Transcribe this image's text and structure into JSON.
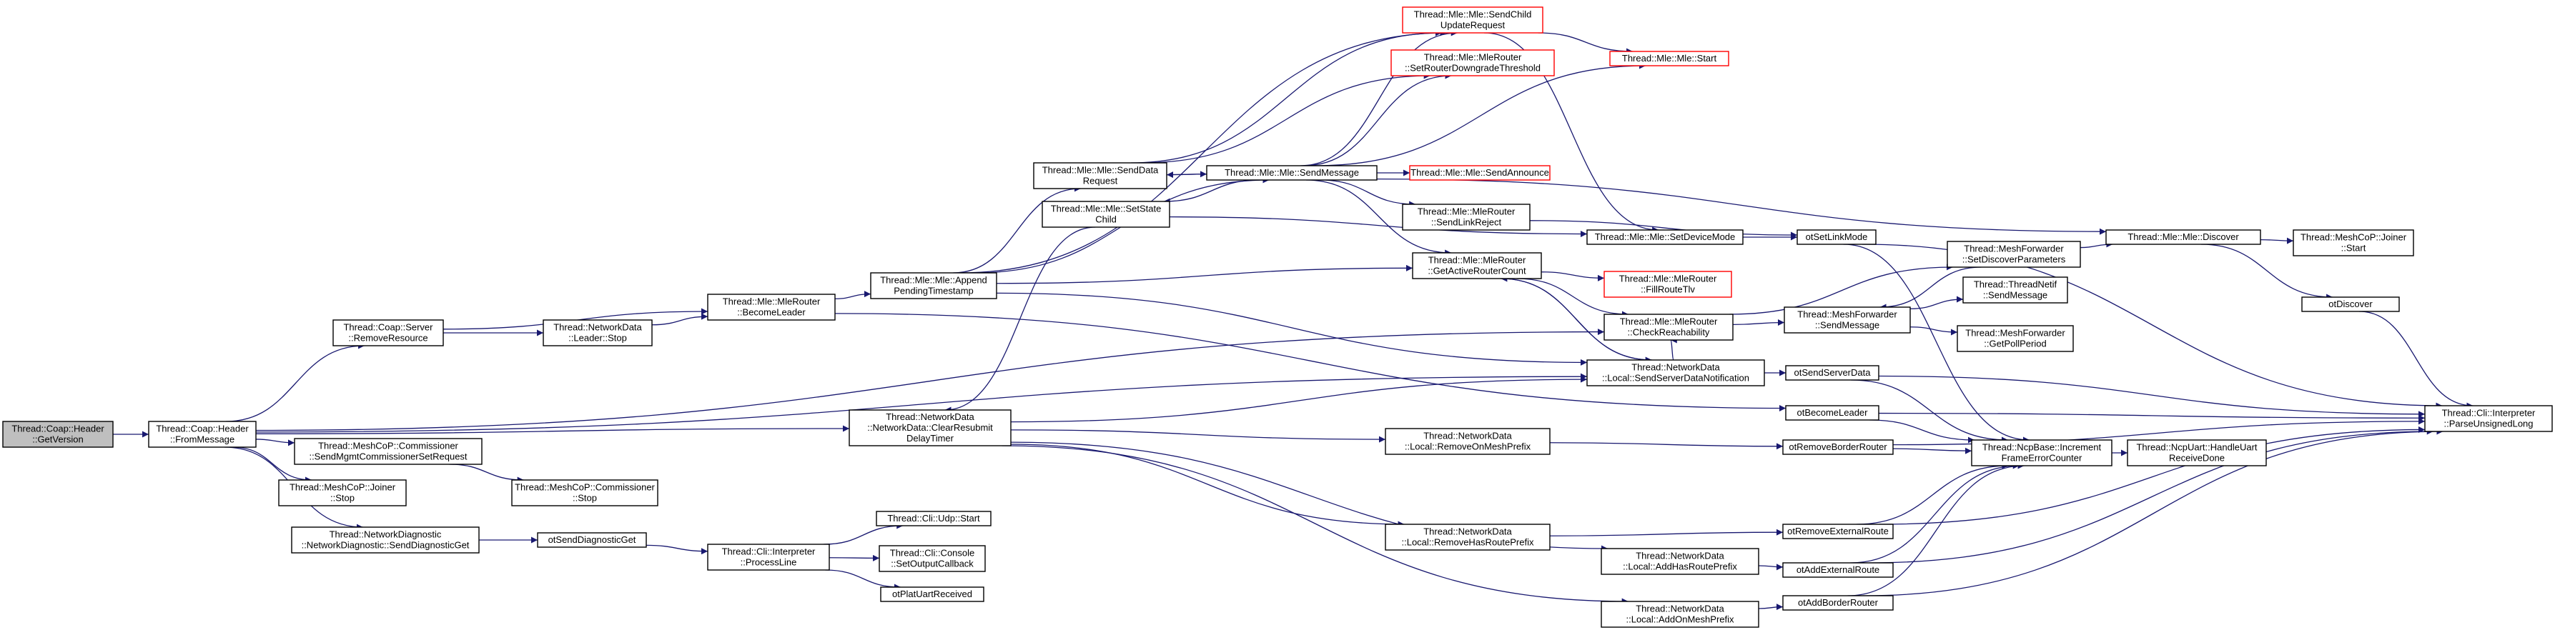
{
  "nodes": [
    {
      "id": "getversion",
      "lines": [
        "Thread::Coap::Header",
        "::GetVersion"
      ],
      "root": true
    },
    {
      "id": "frommessage",
      "lines": [
        "Thread::Coap::Header",
        "::FromMessage"
      ]
    },
    {
      "id": "removeresource",
      "lines": [
        "Thread::Coap::Server",
        "::RemoveResource"
      ]
    },
    {
      "id": "leaderstop",
      "lines": [
        "Thread::NetworkData",
        "::Leader::Stop"
      ]
    },
    {
      "id": "becomeleader",
      "lines": [
        "Thread::Mle::MleRouter",
        "::BecomeLeader"
      ]
    },
    {
      "id": "appendpending",
      "lines": [
        "Thread::Mle::Mle::Append",
        "PendingTimestamp"
      ]
    },
    {
      "id": "commsendmgmt",
      "lines": [
        "Thread::MeshCoP::Commissioner",
        "::SendMgmtCommissionerSetRequest"
      ]
    },
    {
      "id": "commstop",
      "lines": [
        "Thread::MeshCoP::Commissioner",
        "::Stop"
      ]
    },
    {
      "id": "joinerstop",
      "lines": [
        "Thread::MeshCoP::Joiner",
        "::Stop"
      ]
    },
    {
      "id": "senddiag",
      "lines": [
        "Thread::NetworkDiagnostic",
        "::NetworkDiagnostic::SendDiagnosticGet"
      ]
    },
    {
      "id": "otsenddiag",
      "lines": [
        "otSendDiagnosticGet"
      ]
    },
    {
      "id": "processline",
      "lines": [
        "Thread::Cli::Interpreter",
        "::ProcessLine"
      ]
    },
    {
      "id": "udpstart",
      "lines": [
        "Thread::Cli::Udp::Start"
      ]
    },
    {
      "id": "setoutputcb",
      "lines": [
        "Thread::Cli::Console",
        "::SetOutputCallback"
      ]
    },
    {
      "id": "otplaturt",
      "lines": [
        "otPlatUartReceived"
      ]
    },
    {
      "id": "clearresubmit",
      "lines": [
        "Thread::NetworkData",
        "::NetworkData::ClearResubmit",
        "DelayTimer"
      ]
    },
    {
      "id": "setstatechild",
      "lines": [
        "Thread::Mle::Mle::SetState",
        "Child"
      ]
    },
    {
      "id": "senddatareq",
      "lines": [
        "Thread::Mle::Mle::SendData",
        "Request"
      ]
    },
    {
      "id": "sendmessage",
      "lines": [
        "Thread::Mle::Mle::SendMessage"
      ]
    },
    {
      "id": "sendchildupdate",
      "lines": [
        "Thread::Mle::Mle::SendChild",
        "UpdateRequest"
      ],
      "red": true
    },
    {
      "id": "setrouterdowngrade",
      "lines": [
        "Thread::Mle::MleRouter",
        "::SetRouterDowngradeThreshold"
      ],
      "red": true
    },
    {
      "id": "mlestart",
      "lines": [
        "Thread::Mle::Mle::Start"
      ],
      "red": true
    },
    {
      "id": "sendannounce",
      "lines": [
        "Thread::Mle::Mle::SendAnnounce"
      ],
      "red": true
    },
    {
      "id": "sendlinkreject",
      "lines": [
        "Thread::Mle::MleRouter",
        "::SendLinkReject"
      ]
    },
    {
      "id": "getactiverouter",
      "lines": [
        "Thread::Mle::MleRouter",
        "::GetActiveRouterCount"
      ]
    },
    {
      "id": "fillroutetlv",
      "lines": [
        "Thread::Mle::MleRouter",
        "::FillRouteTlv"
      ],
      "red": true
    },
    {
      "id": "checkreach",
      "lines": [
        "Thread::Mle::MleRouter",
        "::CheckReachability"
      ]
    },
    {
      "id": "sendserverdata",
      "lines": [
        "Thread::NetworkData",
        "::Local::SendServerDataNotification"
      ]
    },
    {
      "id": "setdevicemode",
      "lines": [
        "Thread::Mle::Mle::SetDeviceMode"
      ]
    },
    {
      "id": "otsetlinkmode",
      "lines": [
        "otSetLinkMode"
      ]
    },
    {
      "id": "meshfwdsetdisc",
      "lines": [
        "Thread::MeshForwarder",
        "::SetDiscoverParameters"
      ]
    },
    {
      "id": "meshfwdsendmsg",
      "lines": [
        "Thread::MeshForwarder",
        "::SendMessage"
      ]
    },
    {
      "id": "netifsendmsg",
      "lines": [
        "Thread::ThreadNetif",
        "::SendMessage"
      ]
    },
    {
      "id": "getpollperiod",
      "lines": [
        "Thread::MeshForwarder",
        "::GetPollPeriod"
      ]
    },
    {
      "id": "mlediscover",
      "lines": [
        "Thread::Mle::Mle::Discover"
      ]
    },
    {
      "id": "joinerstart",
      "lines": [
        "Thread::MeshCoP::Joiner",
        "::Start"
      ]
    },
    {
      "id": "otdiscover",
      "lines": [
        "otDiscover"
      ]
    },
    {
      "id": "otsendserver",
      "lines": [
        "otSendServerData"
      ]
    },
    {
      "id": "otbecomeleader",
      "lines": [
        "otBecomeLeader"
      ]
    },
    {
      "id": "removeonmesh",
      "lines": [
        "Thread::NetworkData",
        "::Local::RemoveOnMeshPrefix"
      ]
    },
    {
      "id": "removehasroute",
      "lines": [
        "Thread::NetworkData",
        "::Local::RemoveHasRoutePrefix"
      ]
    },
    {
      "id": "addhasroute",
      "lines": [
        "Thread::NetworkData",
        "::Local::AddHasRoutePrefix"
      ]
    },
    {
      "id": "addonmesh",
      "lines": [
        "Thread::NetworkData",
        "::Local::AddOnMeshPrefix"
      ]
    },
    {
      "id": "otremoveborder",
      "lines": [
        "otRemoveBorderRouter"
      ]
    },
    {
      "id": "otremoveext",
      "lines": [
        "otRemoveExternalRoute"
      ]
    },
    {
      "id": "otaddext",
      "lines": [
        "otAddExternalRoute"
      ]
    },
    {
      "id": "otaddborder",
      "lines": [
        "otAddBorderRouter"
      ]
    },
    {
      "id": "ncpincrement",
      "lines": [
        "Thread::NcpBase::Increment",
        "FrameErrorCounter"
      ]
    },
    {
      "id": "ncpuart",
      "lines": [
        "Thread::NcpUart::HandleUart",
        "ReceiveDone"
      ]
    },
    {
      "id": "parseunsigned",
      "lines": [
        "Thread::Cli::Interpreter",
        "::ParseUnsignedLong"
      ]
    }
  ],
  "edges": [
    [
      "frommessage",
      "getversion"
    ],
    [
      "removeresource",
      "frommessage"
    ],
    [
      "commsendmgmt",
      "frommessage"
    ],
    [
      "joinerstop",
      "frommessage"
    ],
    [
      "senddiag",
      "frommessage"
    ],
    [
      "clearresubmit",
      "frommessage"
    ],
    [
      "sendserverdata",
      "frommessage"
    ],
    [
      "checkreach",
      "frommessage"
    ],
    [
      "leaderstop",
      "removeresource"
    ],
    [
      "becomeleader",
      "removeresource"
    ],
    [
      "becomeleader",
      "leaderstop"
    ],
    [
      "appendpending",
      "becomeleader"
    ],
    [
      "otbecomeleader",
      "becomeleader"
    ],
    [
      "commstop",
      "commsendmgmt"
    ],
    [
      "otsenddiag",
      "senddiag"
    ],
    [
      "processline",
      "otsenddiag"
    ],
    [
      "udpstart",
      "processline"
    ],
    [
      "setoutputcb",
      "processline"
    ],
    [
      "otplaturt",
      "processline"
    ],
    [
      "sendmessage",
      "appendpending"
    ],
    [
      "senddatareq",
      "appendpending"
    ],
    [
      "sendchildupdate",
      "appendpending"
    ],
    [
      "getactiverouter",
      "appendpending"
    ],
    [
      "sendserverdata",
      "appendpending"
    ],
    [
      "sendmessage",
      "senddatareq"
    ],
    [
      "sendchildupdate",
      "senddatareq"
    ],
    [
      "setrouterdowngrade",
      "senddatareq"
    ],
    [
      "senddatareq",
      "sendmessage"
    ],
    [
      "sendchildupdate",
      "sendmessage"
    ],
    [
      "setrouterdowngrade",
      "sendmessage"
    ],
    [
      "mlestart",
      "sendmessage"
    ],
    [
      "sendannounce",
      "sendmessage"
    ],
    [
      "sendlinkreject",
      "sendmessage"
    ],
    [
      "getactiverouter",
      "sendmessage"
    ],
    [
      "mlediscover",
      "sendmessage"
    ],
    [
      "setstatechild",
      "sendmessage"
    ],
    [
      "mlestart",
      "sendchildupdate"
    ],
    [
      "setdevicemode",
      "sendchildupdate"
    ],
    [
      "otsetlinkmode",
      "sendlinkreject"
    ],
    [
      "setdevicemode",
      "setstatechild"
    ],
    [
      "clearresubmit",
      "setstatechild"
    ],
    [
      "fillroutetlv",
      "getactiverouter"
    ],
    [
      "checkreach",
      "getactiverouter"
    ],
    [
      "sendserverdata",
      "getactiverouter"
    ],
    [
      "getactiverouter",
      "sendserverdata"
    ],
    [
      "checkreach",
      "sendserverdata"
    ],
    [
      "meshfwdsetdisc",
      "checkreach"
    ],
    [
      "meshfwdsendmsg",
      "checkreach"
    ],
    [
      "netifsendmsg",
      "meshfwdsendmsg"
    ],
    [
      "getpollperiod",
      "meshfwdsendmsg"
    ],
    [
      "meshfwdsendmsg",
      "meshfwdsetdisc"
    ],
    [
      "otsetlinkmode",
      "setdevicemode"
    ],
    [
      "mlediscover",
      "meshfwdsetdisc"
    ],
    [
      "joinerstart",
      "mlediscover"
    ],
    [
      "otdiscover",
      "mlediscover"
    ],
    [
      "otsendserver",
      "sendserverdata"
    ],
    [
      "sendserverdata",
      "clearresubmit"
    ],
    [
      "removeonmesh",
      "clearresubmit"
    ],
    [
      "removehasroute",
      "clearresubmit"
    ],
    [
      "addhasroute",
      "clearresubmit"
    ],
    [
      "addonmesh",
      "clearresubmit"
    ],
    [
      "otremoveborder",
      "removeonmesh"
    ],
    [
      "otremoveext",
      "removehasroute"
    ],
    [
      "otaddext",
      "addhasroute"
    ],
    [
      "otaddborder",
      "addonmesh"
    ],
    [
      "ncpincrement",
      "otsetlinkmode"
    ],
    [
      "ncpincrement",
      "otsendserver"
    ],
    [
      "ncpincrement",
      "otbecomeleader"
    ],
    [
      "ncpincrement",
      "otremoveborder"
    ],
    [
      "ncpincrement",
      "otremoveext"
    ],
    [
      "ncpincrement",
      "otaddext"
    ],
    [
      "ncpincrement",
      "otaddborder"
    ],
    [
      "ncpuart",
      "ncpincrement"
    ],
    [
      "parseunsigned",
      "otsetlinkmode"
    ],
    [
      "parseunsigned",
      "otdiscover"
    ],
    [
      "parseunsigned",
      "otsendserver"
    ],
    [
      "parseunsigned",
      "otbecomeleader"
    ],
    [
      "parseunsigned",
      "otremoveborder"
    ],
    [
      "parseunsigned",
      "otremoveext"
    ],
    [
      "parseunsigned",
      "otaddext"
    ],
    [
      "parseunsigned",
      "otaddborder"
    ]
  ]
}
